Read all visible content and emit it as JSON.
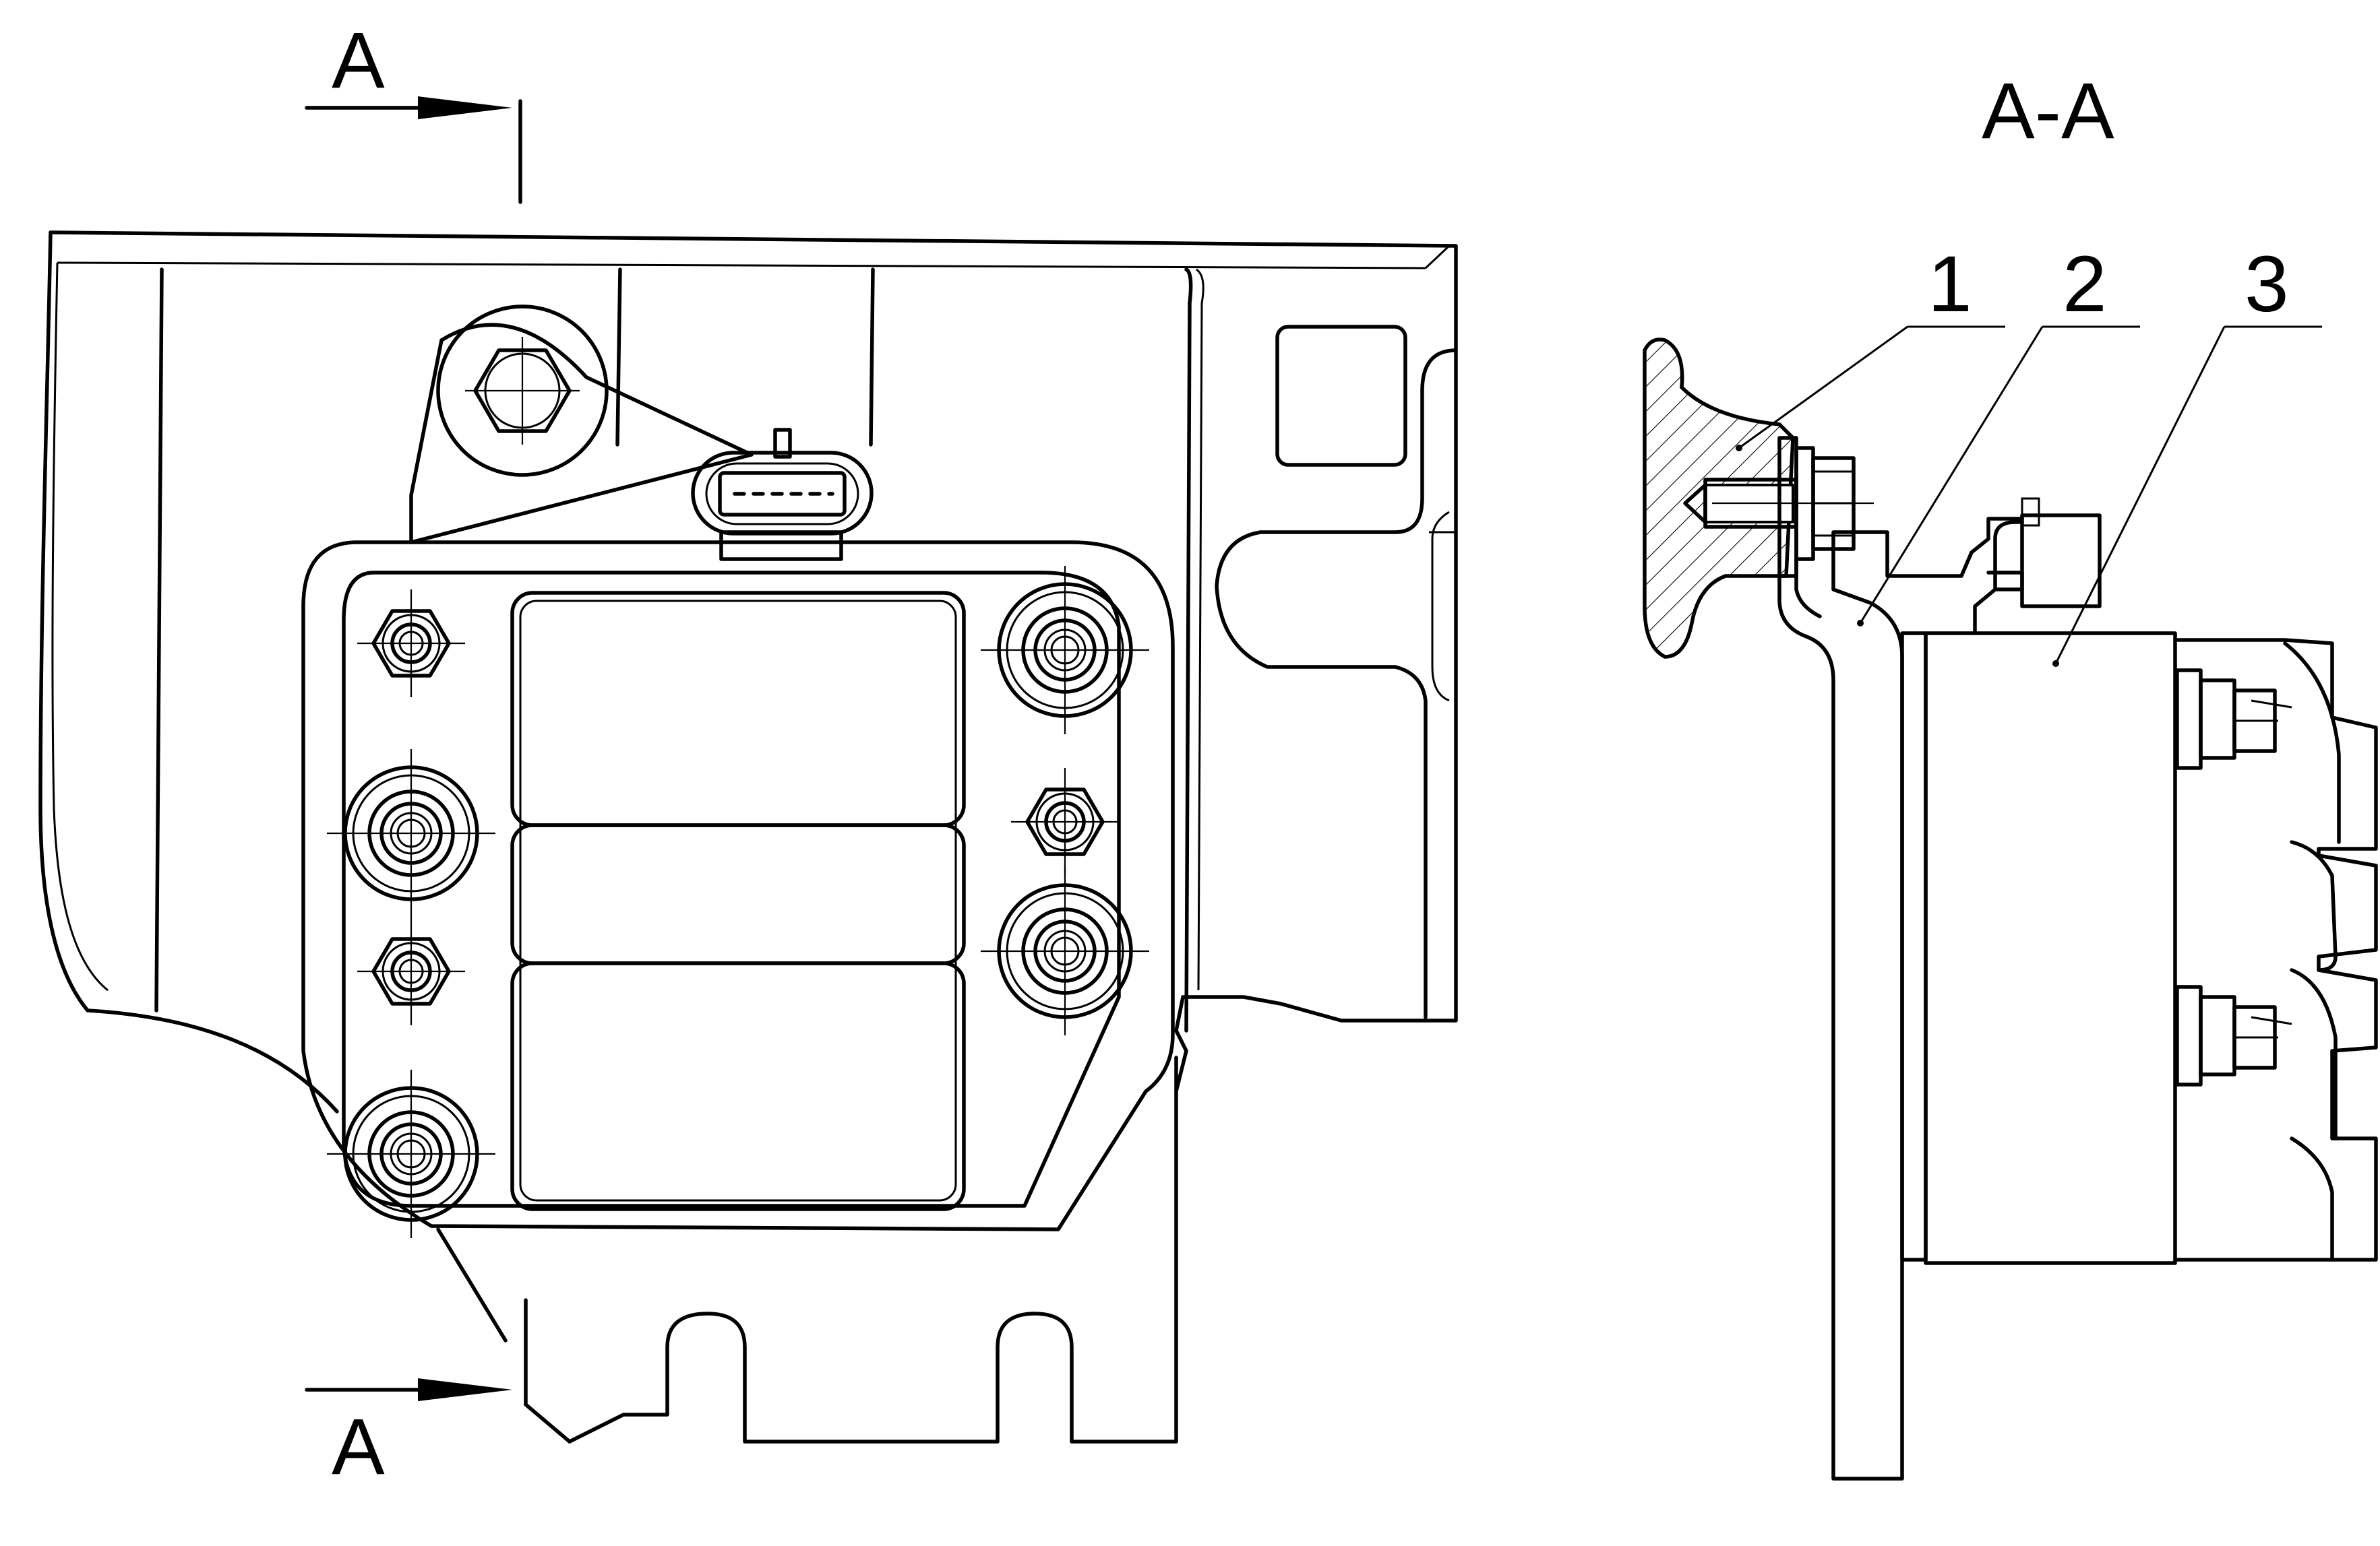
{
  "section_marks": {
    "top_letter": "A",
    "bottom_letter": "A",
    "view_title": "A-A"
  },
  "callouts": [
    {
      "number": "1"
    },
    {
      "number": "2"
    },
    {
      "number": "3"
    }
  ],
  "colors": {
    "line": "#000000",
    "background": "#ffffff"
  }
}
